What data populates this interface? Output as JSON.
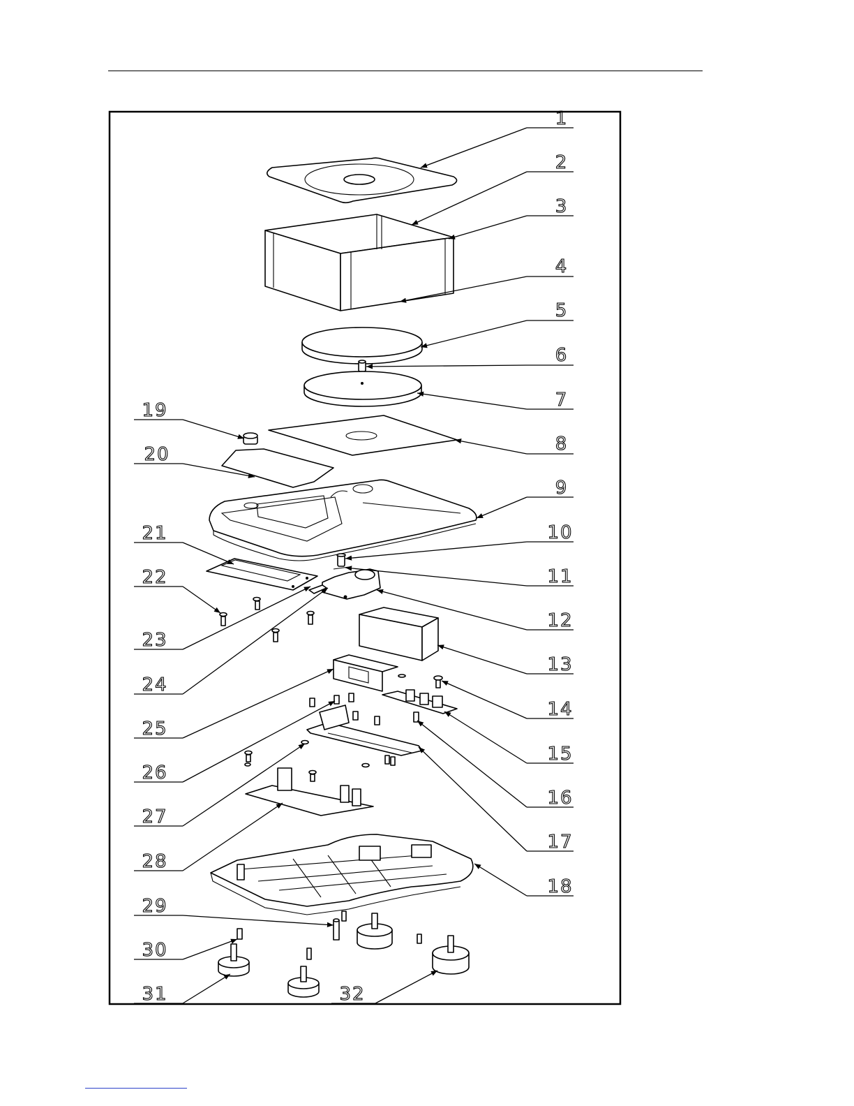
{
  "diagram": {
    "type": "exploded-parts-view",
    "callouts": [
      {
        "num": "1"
      },
      {
        "num": "2"
      },
      {
        "num": "3"
      },
      {
        "num": "4"
      },
      {
        "num": "5"
      },
      {
        "num": "6"
      },
      {
        "num": "7"
      },
      {
        "num": "8"
      },
      {
        "num": "9"
      },
      {
        "num": "10"
      },
      {
        "num": "11"
      },
      {
        "num": "12"
      },
      {
        "num": "13"
      },
      {
        "num": "14"
      },
      {
        "num": "15"
      },
      {
        "num": "16"
      },
      {
        "num": "17"
      },
      {
        "num": "18"
      },
      {
        "num": "19"
      },
      {
        "num": "20"
      },
      {
        "num": "21"
      },
      {
        "num": "22"
      },
      {
        "num": "23"
      },
      {
        "num": "24"
      },
      {
        "num": "25"
      },
      {
        "num": "26"
      },
      {
        "num": "27"
      },
      {
        "num": "28"
      },
      {
        "num": "29"
      },
      {
        "num": "30"
      },
      {
        "num": "31"
      },
      {
        "num": "32"
      }
    ]
  },
  "colors": {
    "line": "#000000",
    "paper": "#ffffff",
    "link": "#2b40c8"
  }
}
